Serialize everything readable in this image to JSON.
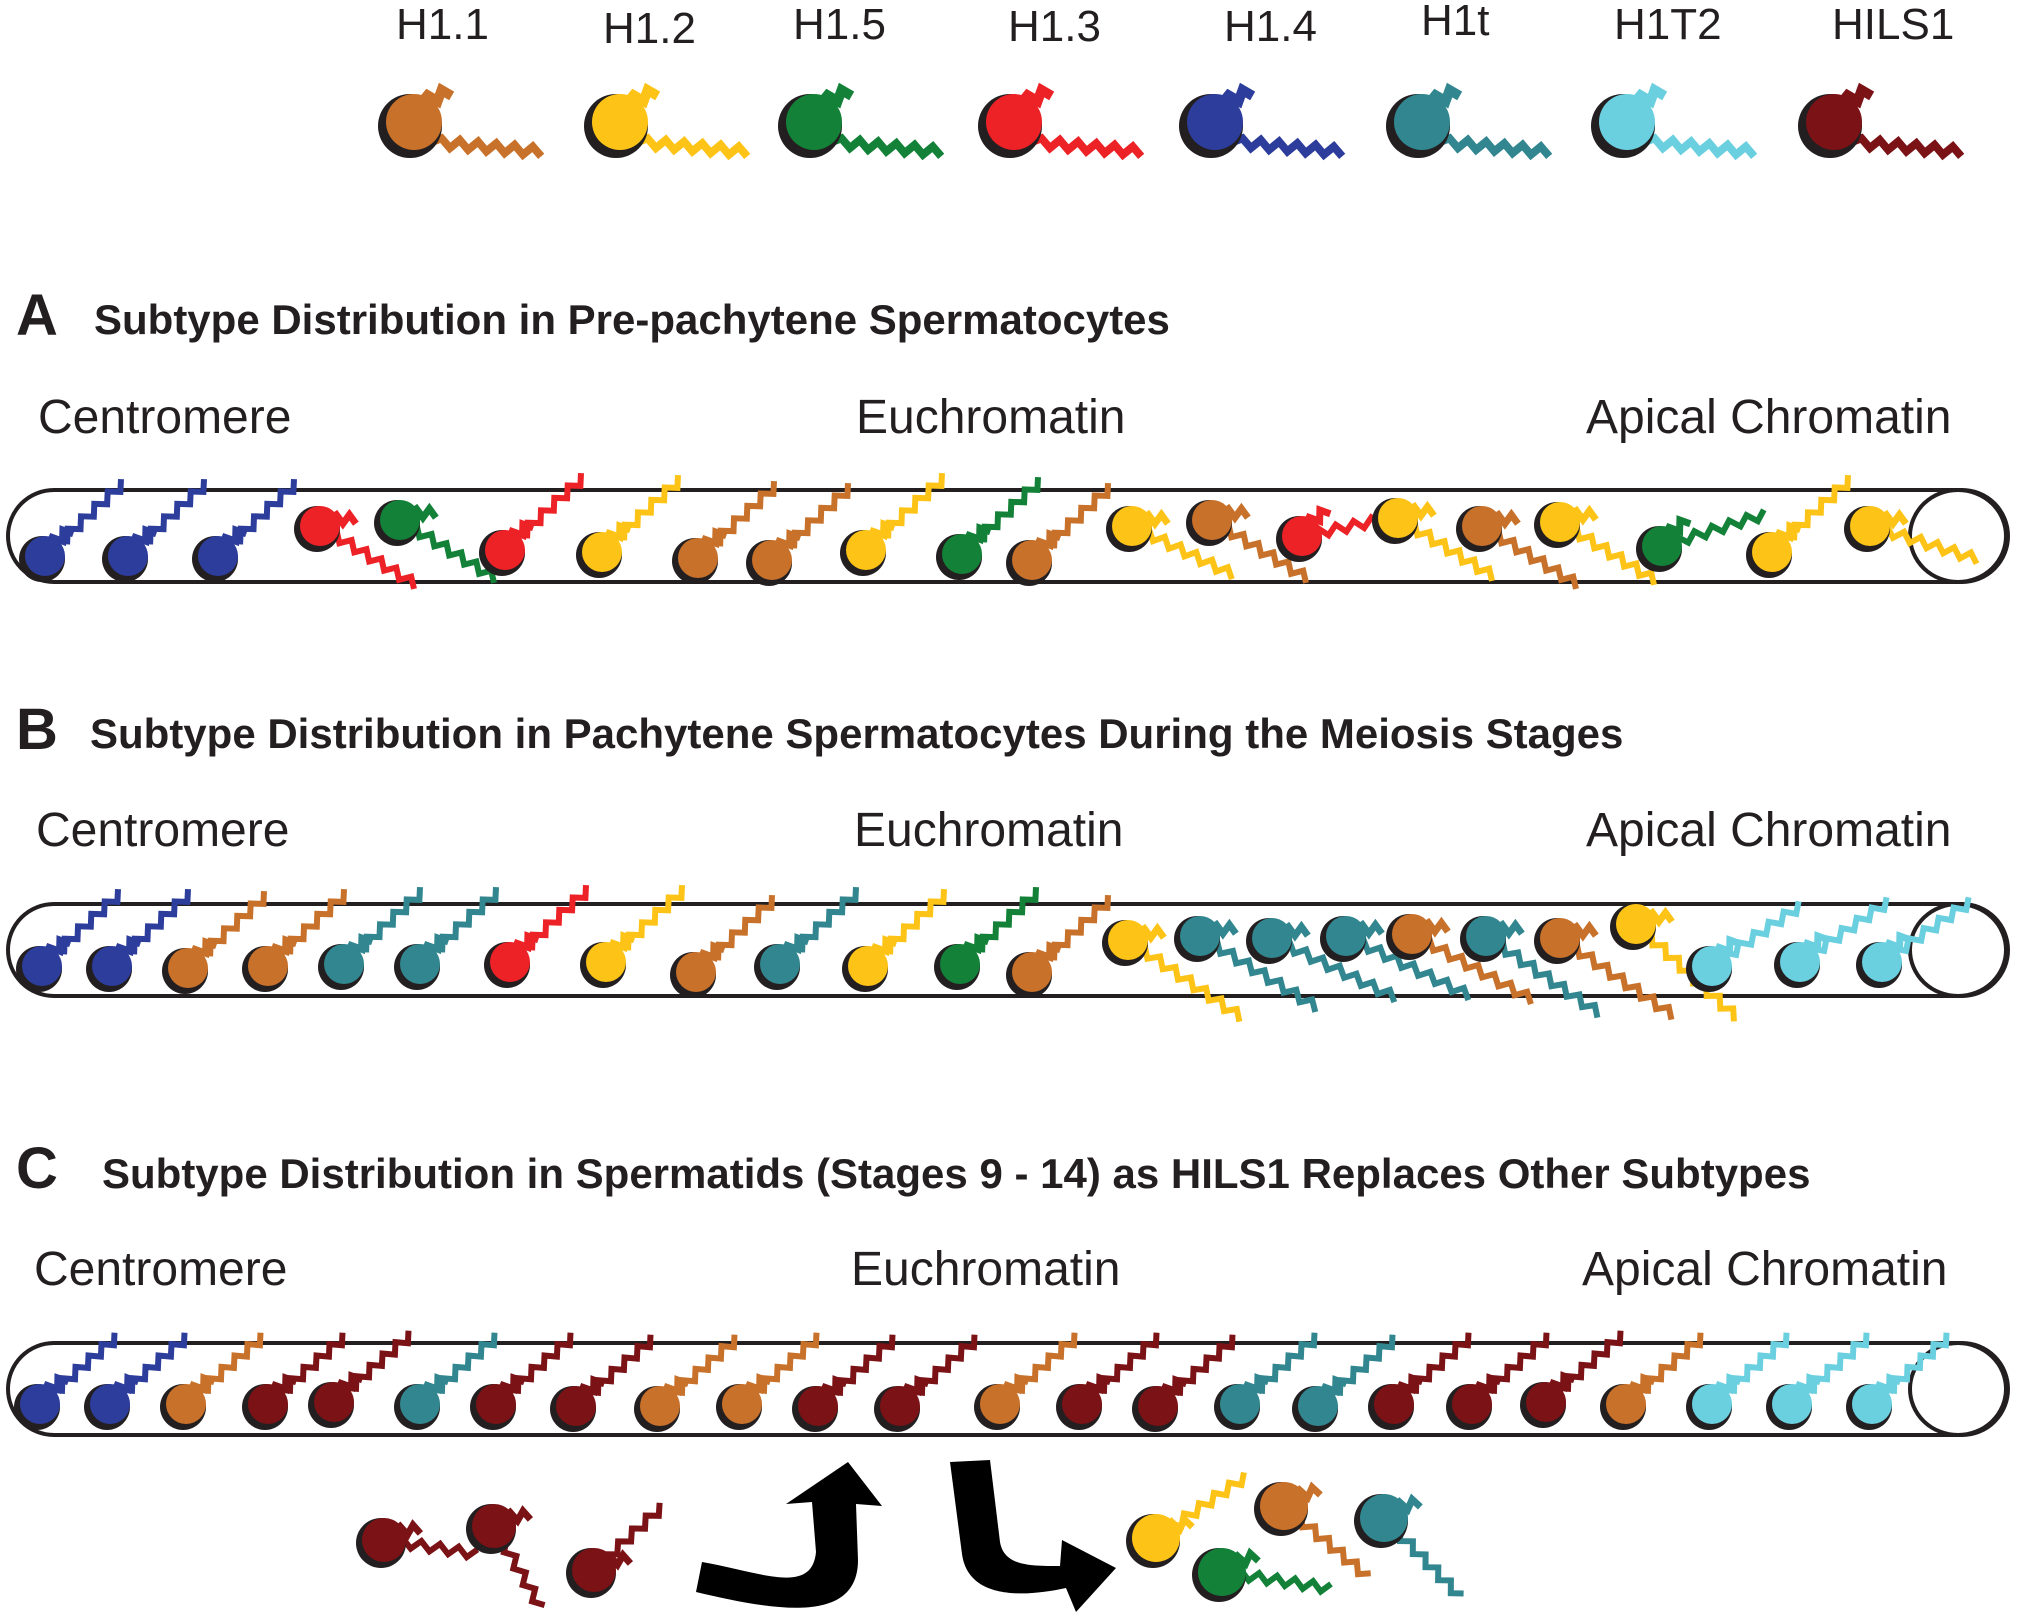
{
  "colors": {
    "H1.1": "#c8712a",
    "H1.2": "#fdc417",
    "H1.5": "#138138",
    "H1.3": "#ec2227",
    "H1.4": "#2d3d9c",
    "H1t": "#32868f",
    "H1T2": "#6acfdf",
    "HILS1": "#7a1216",
    "outline": "#231f20",
    "arrow": "#000000"
  },
  "legend": [
    {
      "key": "H1.1",
      "label": "H1.1"
    },
    {
      "key": "H1.2",
      "label": "H1.2"
    },
    {
      "key": "H1.5",
      "label": "H1.5"
    },
    {
      "key": "H1.3",
      "label": "H1.3"
    },
    {
      "key": "H1.4",
      "label": "H1.4"
    },
    {
      "key": "H1t",
      "label": "H1t"
    },
    {
      "key": "H1T2",
      "label": "H1T2"
    },
    {
      "key": "HILS1",
      "label": "HILS1"
    }
  ],
  "panels": [
    {
      "letter": "A",
      "title": "Subtype Distribution in Pre-pachytene Spermatocytes",
      "regions": {
        "left": "Centromere",
        "middle": "Euchromatin",
        "right": "Apical Chromatin"
      },
      "sequence": [
        "H1.4",
        "H1.4",
        "H1.4",
        "H1.3",
        "H1.5",
        "H1.3",
        "H1.2",
        "H1.1",
        "H1.1",
        "H1.2",
        "H1.5",
        "H1.1",
        "H1.2",
        "H1.1",
        "H1.3",
        "H1.2",
        "H1.1",
        "H1.2",
        "H1.5",
        "H1.2",
        "H1.2"
      ]
    },
    {
      "letter": "B",
      "title": "Subtype Distribution in Pachytene Spermatocytes During the Meiosis Stages",
      "regions": {
        "left": "Centromere",
        "middle": "Euchromatin",
        "right": "Apical Chromatin"
      },
      "sequence": [
        "H1.4",
        "H1.4",
        "H1.1",
        "H1.1",
        "H1t",
        "H1t",
        "H1.3",
        "H1.2",
        "H1.1",
        "H1t",
        "H1.2",
        "H1.5",
        "H1.1",
        "H1.2",
        "H1t",
        "H1t",
        "H1t",
        "H1.1",
        "H1t",
        "H1.1",
        "H1.2",
        "H1T2",
        "H1T2",
        "H1T2"
      ]
    },
    {
      "letter": "C",
      "title": "Subtype Distribution in Spermatids (Stages 9 - 14) as HILS1 Replaces Other Subtypes",
      "regions": {
        "left": "Centromere",
        "middle": "Euchromatin",
        "right": "Apical Chromatin"
      },
      "sequence": [
        "H1.4",
        "H1.4",
        "H1.1",
        "HILS1",
        "HILS1",
        "H1t",
        "HILS1",
        "HILS1",
        "H1.1",
        "H1.1",
        "HILS1",
        "HILS1",
        "H1.1",
        "HILS1",
        "HILS1",
        "H1t",
        "H1t",
        "HILS1",
        "HILS1",
        "HILS1",
        "H1.1",
        "H1T2",
        "H1T2",
        "H1T2"
      ],
      "incoming": [
        "HILS1",
        "HILS1",
        "HILS1"
      ],
      "outgoing": [
        "H1.2",
        "H1.1",
        "H1t",
        "H1.5"
      ]
    }
  ]
}
